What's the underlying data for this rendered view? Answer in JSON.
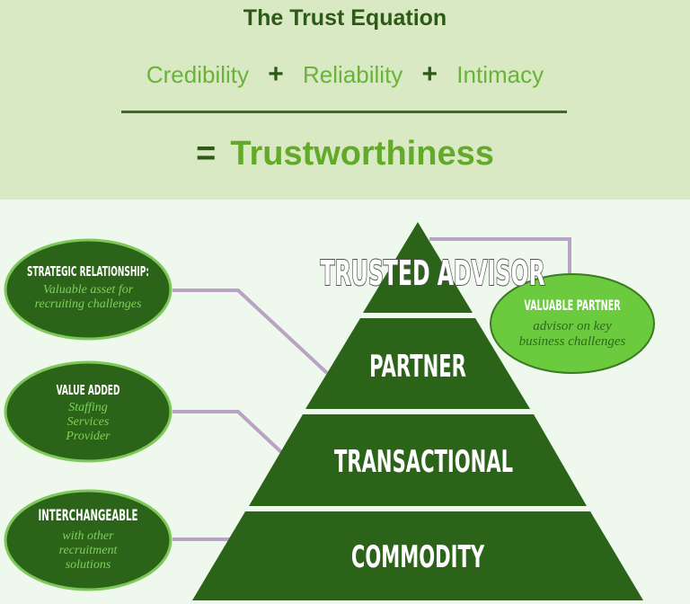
{
  "header": {
    "title": "The Trust Equation",
    "terms": [
      "Credibility",
      "Reliability",
      "Intimacy"
    ],
    "operator": "+",
    "equals": "=",
    "result": "Trustworthiness"
  },
  "pyramid": {
    "tiers": [
      {
        "label": "TRUSTED ADVISOR"
      },
      {
        "label": "PARTNER"
      },
      {
        "label": "TRANSACTIONAL"
      },
      {
        "label": "COMMODITY"
      }
    ]
  },
  "bubbles": [
    {
      "title": "STRATEGIC RELATIONSHIP:",
      "lines": [
        "Valuable asset for",
        "recruiting challenges"
      ]
    },
    {
      "title": "VALUE ADDED",
      "lines": [
        "Staffing",
        "Services",
        "Provider"
      ]
    },
    {
      "title": "INTERCHANGEABLE",
      "lines": [
        "with other",
        "recruitment",
        "solutions"
      ]
    },
    {
      "title": "VALUABLE PARTNER",
      "lines": [
        "advisor on key",
        "business challenges"
      ]
    }
  ],
  "colors": {
    "header_bg": "#d8e9c3",
    "body_bg": "#eef8ec",
    "pyramid_green": "#2b6418",
    "light_bubble": "#6cca3e",
    "connector": "#b9a3c4",
    "term_green": "#6bb23a",
    "dark_green": "#2d5a17"
  }
}
